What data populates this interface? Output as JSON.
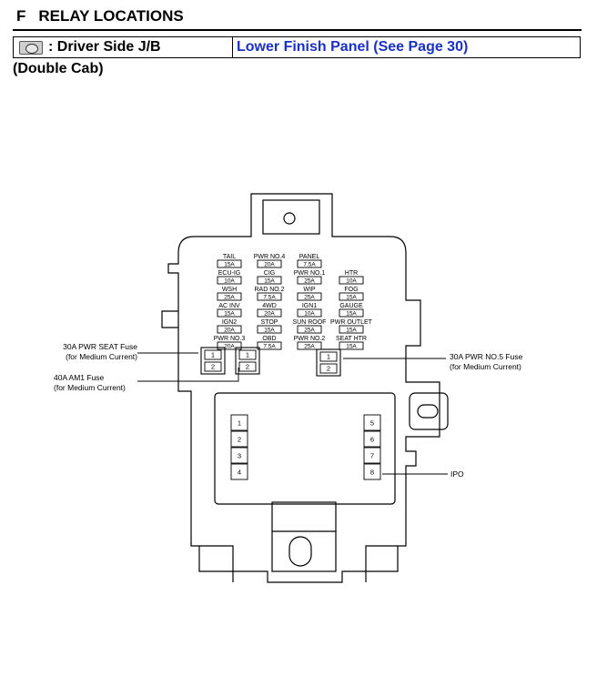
{
  "header": {
    "letter": "F",
    "title": "RELAY LOCATIONS"
  },
  "location": {
    "icon": "junction-block-icon",
    "block_name": ": Driver Side J/B",
    "place": "Lower Finish Panel (See Page 30)",
    "link_color": "#1a31c8"
  },
  "variant": "(Double Cab)",
  "fuses": [
    {
      "name": "TAIL",
      "amp": "15A"
    },
    {
      "name": "PWR NO.4",
      "amp": "20A"
    },
    {
      "name": "PANEL",
      "amp": "7.5A"
    },
    {
      "name": "ECU-IG",
      "amp": "10A"
    },
    {
      "name": "CIG",
      "amp": "15A"
    },
    {
      "name": "PWR NO.1",
      "amp": "25A"
    },
    {
      "name": "HTR",
      "amp": "10A"
    },
    {
      "name": "WSH",
      "amp": "25A"
    },
    {
      "name": "RAD NO.2",
      "amp": "7.5A"
    },
    {
      "name": "WIP",
      "amp": "25A"
    },
    {
      "name": "FOG",
      "amp": "15A"
    },
    {
      "name": "AC INV",
      "amp": "15A"
    },
    {
      "name": "4WD",
      "amp": "20A"
    },
    {
      "name": "IGN1",
      "amp": "10A"
    },
    {
      "name": "GAUGE",
      "amp": "15A"
    },
    {
      "name": "IGN2",
      "amp": "20A"
    },
    {
      "name": "STOP",
      "amp": "15A"
    },
    {
      "name": "SUN ROOF",
      "amp": "25A"
    },
    {
      "name": "PWR OUTLET",
      "amp": "15A"
    },
    {
      "name": "PWR NO.3",
      "amp": "20A"
    },
    {
      "name": "OBD",
      "amp": "7.5A"
    },
    {
      "name": "PWR NO.2",
      "amp": "25A"
    },
    {
      "name": "SEAT HTR",
      "amp": "15A"
    }
  ],
  "large_fuses": [
    {
      "pins": [
        "1",
        "2"
      ]
    },
    {
      "pins": [
        "1",
        "2"
      ]
    },
    {
      "pins": [
        "1",
        "2"
      ]
    }
  ],
  "connector_pins_left": [
    "1",
    "2",
    "3",
    "4"
  ],
  "connector_pins_right": [
    "5",
    "6",
    "7",
    "8"
  ],
  "callouts": {
    "pwr_seat": {
      "line1": "30A PWR SEAT Fuse",
      "line2": "(for Medium Current)"
    },
    "am1": {
      "line1": "40A AM1 Fuse",
      "line2": "(for Medium Current)"
    },
    "pwr_no5": {
      "line1": "30A PWR NO.5 Fuse",
      "line2": "(for Medium Current)"
    },
    "ipo": {
      "line1": "IPO"
    }
  }
}
